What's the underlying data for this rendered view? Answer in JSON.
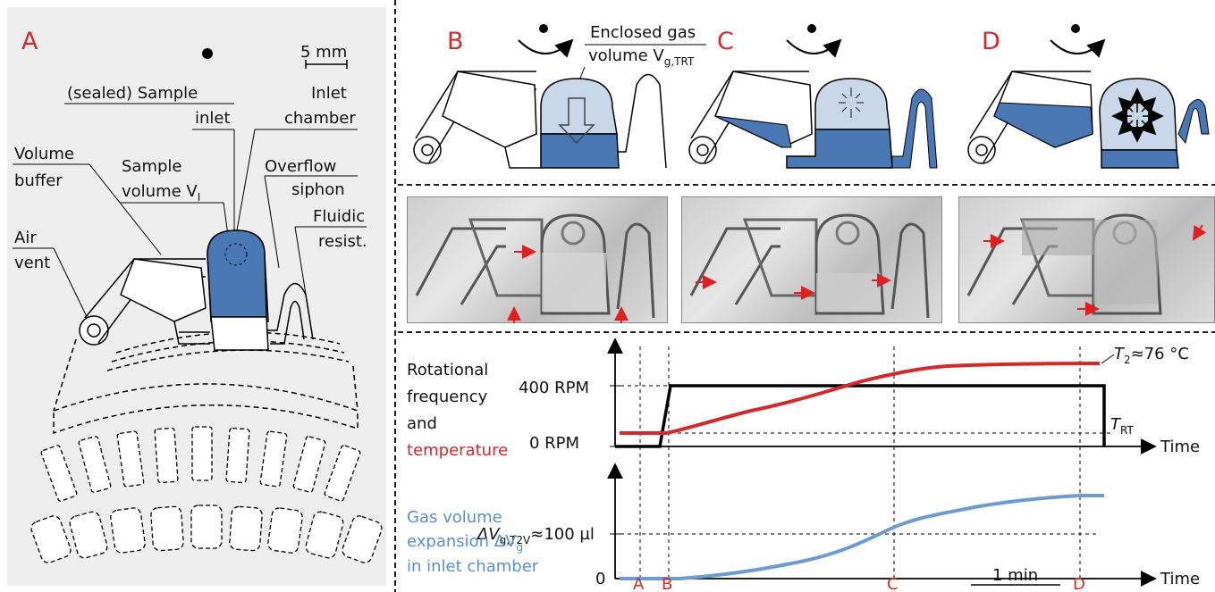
{
  "panel_a": {
    "letter": "A",
    "scale": "5 mm",
    "labels": {
      "sealed_sample_inlet_1": "(sealed) Sample",
      "sealed_sample_inlet_2": "inlet",
      "inlet_chamber_1": "Inlet",
      "inlet_chamber_2": "chamber",
      "volume_buffer_1": "Volume",
      "volume_buffer_2": "buffer",
      "sample_volume_1": "Sample",
      "sample_volume_2": "volume V",
      "sample_volume_sub": "I",
      "overflow_siphon_1": "Overflow",
      "overflow_siphon_2": "siphon",
      "fluidic_resist_1": "Fluidic",
      "fluidic_resist_2": "resist.",
      "air_vent_1": "Air",
      "air_vent_2": "vent"
    }
  },
  "panel_b": {
    "letter": "B",
    "gas_1": "Enclosed gas",
    "gas_2": "volume V",
    "gas_sub": "g,TRT"
  },
  "panel_c": {
    "letter": "C"
  },
  "panel_d": {
    "letter": "D"
  },
  "graph": {
    "top_label": [
      "Rotational",
      "frequency",
      "and"
    ],
    "temperature_word": "temperature",
    "rpm_400": "400 RPM",
    "rpm_0": "0 RPM",
    "t2": "T",
    "t2_sub": "2",
    "t2_value": "≈76 °C",
    "trt": "T",
    "trt_sub": "RT",
    "time": "Time",
    "dv": "ΔV",
    "dv_sub": "g,T2V",
    "dv_value": "≈100 µl",
    "zero": "0",
    "bottom_label": [
      "Gas volume",
      "expansion ΔV",
      "in inlet chamber"
    ],
    "bottom_sub": "g",
    "one_min": "1 min",
    "ticks": [
      "A",
      "B",
      "C",
      "D"
    ]
  },
  "colors": {
    "blue": "#4a78b5",
    "light_blue": "#c9d7ea",
    "red": "#d12a2a",
    "gas_curve": "#6b9bd1"
  }
}
